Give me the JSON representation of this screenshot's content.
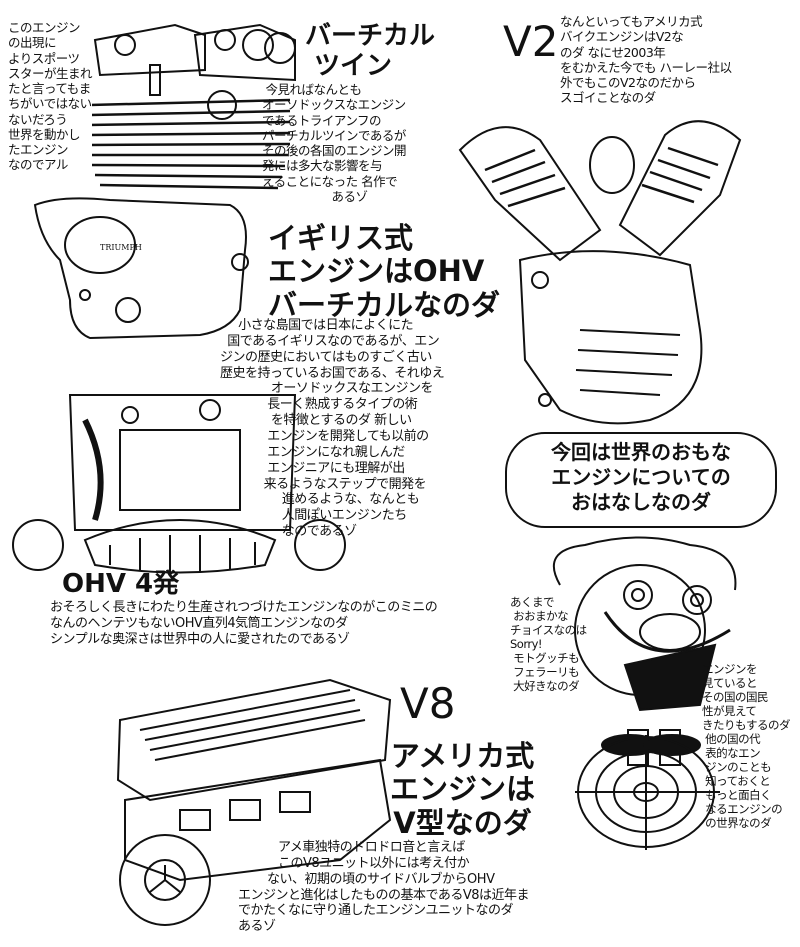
{
  "vertical_twin": {
    "title": "バーチカル\n ツイン",
    "side_note": "このエンジン\nの出現に\nよりスポーツ\nスターが生まれ\nたと言ってもま\nちがいではない\nないだろう\n世界を動かし\nたエンジン\nなのでアル",
    "body": " 今見ればなんとも\nオーソドックスなエンジン\nであるトライアンフの\nバーチカルツインであるが\nその後の各国のエンジン開\n発には多大な影響を与\nえることになった 名作で\n                    あるゾ",
    "logo_text": "TRIUMPH"
  },
  "v2": {
    "title": "V2",
    "body": "なんといってもアメリカ式\nバイクエンジンはV2な\nのダ なにせ2003年\nをむかえた今でも ハーレー社以\n外でもこのV2なのだから\nスゴイことなのダ"
  },
  "british": {
    "title": "イギリス式\nエンジンはOHV\nバーチカルなのダ",
    "body": "     小さな島国では日本によくにた\n  国であるイギリスなのであるが、エン\nジンの歴史においてはものすごく古い\n歴史を持っているお国である、それゆえ\n              オーソドックスなエンジンを\n             長ーく熟成するタイプの術\n              を特徴とするのダ 新しい\n             エンジンを開発しても以前の\n             エンジンになれ親しんだ\n             エンジニアにも理解が出\n            来るようなステップで開発を\n                 進めるような、なんとも\n                 人間ぽいエンジンたち\n                 なのであるゾ"
  },
  "bubble": {
    "text": "今回は世界のおもな\nエンジンについての\nおはなしなのダ"
  },
  "ohv4": {
    "title": "OHV 4発",
    "body": "おそろしく長きにわたり生産されつづけたエンジンなのがこのミニの\nなんのヘンテツもないOHV直列4気筒エンジンなのダ\nシンプルな奥深さは世界中の人に愛されたのであるゾ"
  },
  "character": {
    "left_note": "あくまで\n おおまかな\nチョイスなのは\nSorry!\n モトグッチも\n フェラーリも\n 大好きなのダ",
    "right_note": "エンジンを\n見ていると\nその国の国民\n性が見えて\nきたりもするのダ\n 他の国の代\n 表的なエン\n ジンのことも\n 知っておくと\n もっと面白く\n なるエンジンの\n の世界なのダ"
  },
  "v8": {
    "title": "V8",
    "subtitle": "アメリカ式\nエンジンは\nV型なのダ",
    "body": "           アメ車独特のドロドロ音と言えば\n           このV8ユニット以外には考え付か\n        ない、初期の頃のサイドバルブからOHV\nエンジンと進化はしたものの基本であるV8は近年ま\nでかたくなに守り通したエンジンユニットなのダ\nあるゾ"
  }
}
